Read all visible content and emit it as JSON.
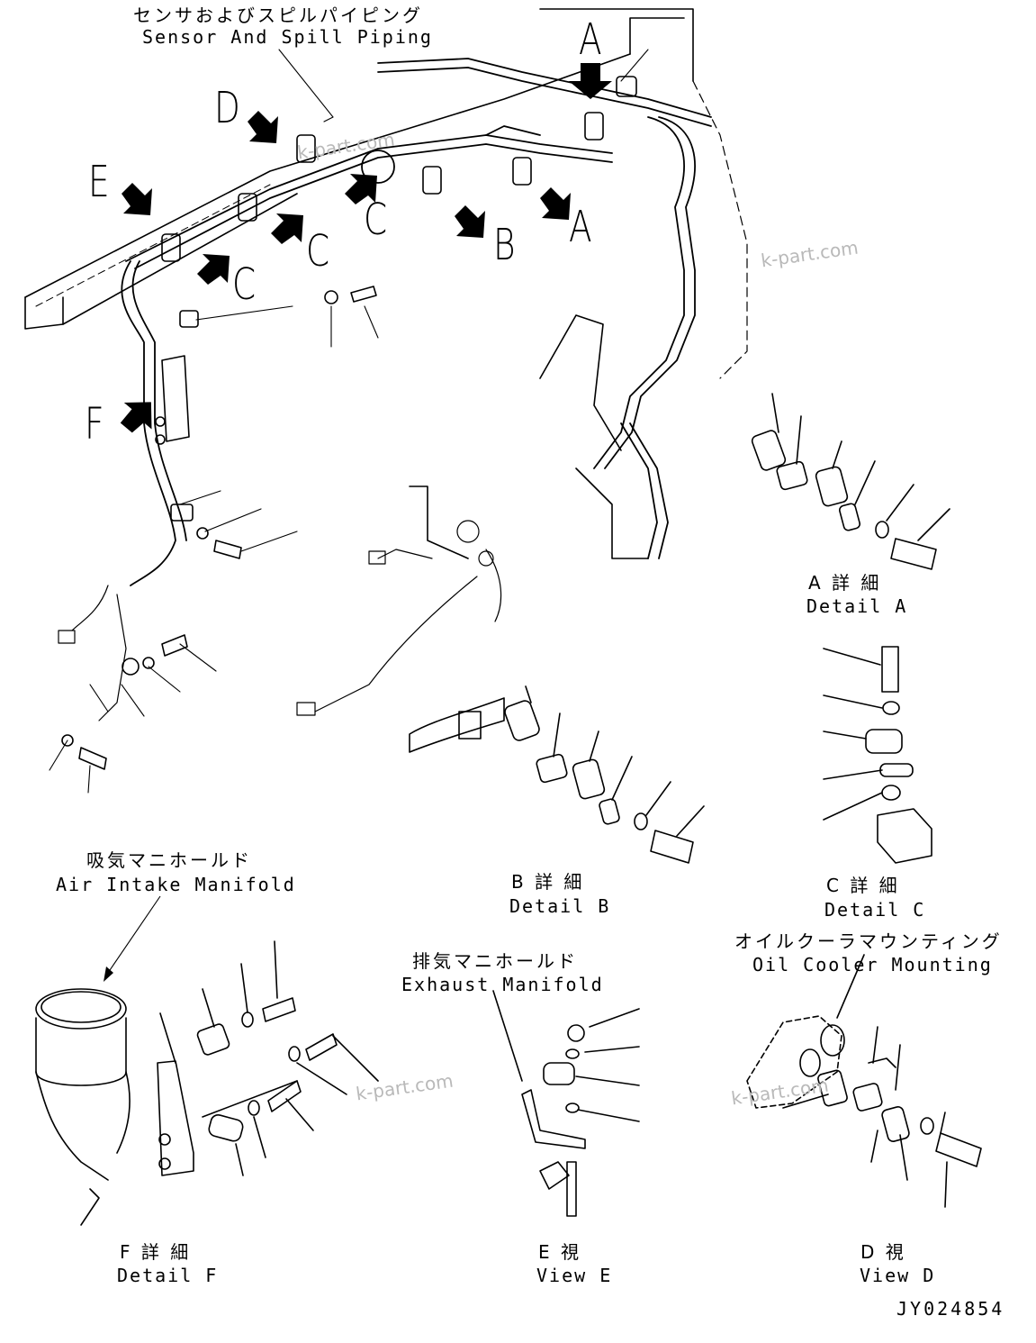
{
  "title": {
    "jp": "センサおよびスピルパイピング",
    "en": "Sensor And Spill Piping"
  },
  "callouts": [
    "A",
    "A",
    "B",
    "C",
    "C",
    "C",
    "D",
    "E",
    "F"
  ],
  "details": {
    "a": {
      "jp": "A 詳 細",
      "en": "Detail A"
    },
    "b": {
      "jp": "B 詳 細",
      "en": "Detail B"
    },
    "c": {
      "jp": "C 詳 細",
      "en": "Detail C"
    },
    "f": {
      "jp": "F 詳 細",
      "en": "Detail F"
    },
    "e": {
      "jp": "E 視",
      "en": "View E"
    },
    "d": {
      "jp": "D 視",
      "en": "View D"
    }
  },
  "components": {
    "air_intake": {
      "jp": "吸気マニホールド",
      "en": "Air Intake Manifold"
    },
    "exhaust": {
      "jp": "排気マニホールド",
      "en": "Exhaust Manifold"
    },
    "oil_cooler": {
      "jp": "オイルクーラマウンティング",
      "en": "Oil Cooler Mounting"
    }
  },
  "watermark": "k-part.com",
  "drawing_code": "JY024854",
  "colors": {
    "ink": "#000000",
    "watermark": "#b9b9b9",
    "background": "#ffffff"
  }
}
